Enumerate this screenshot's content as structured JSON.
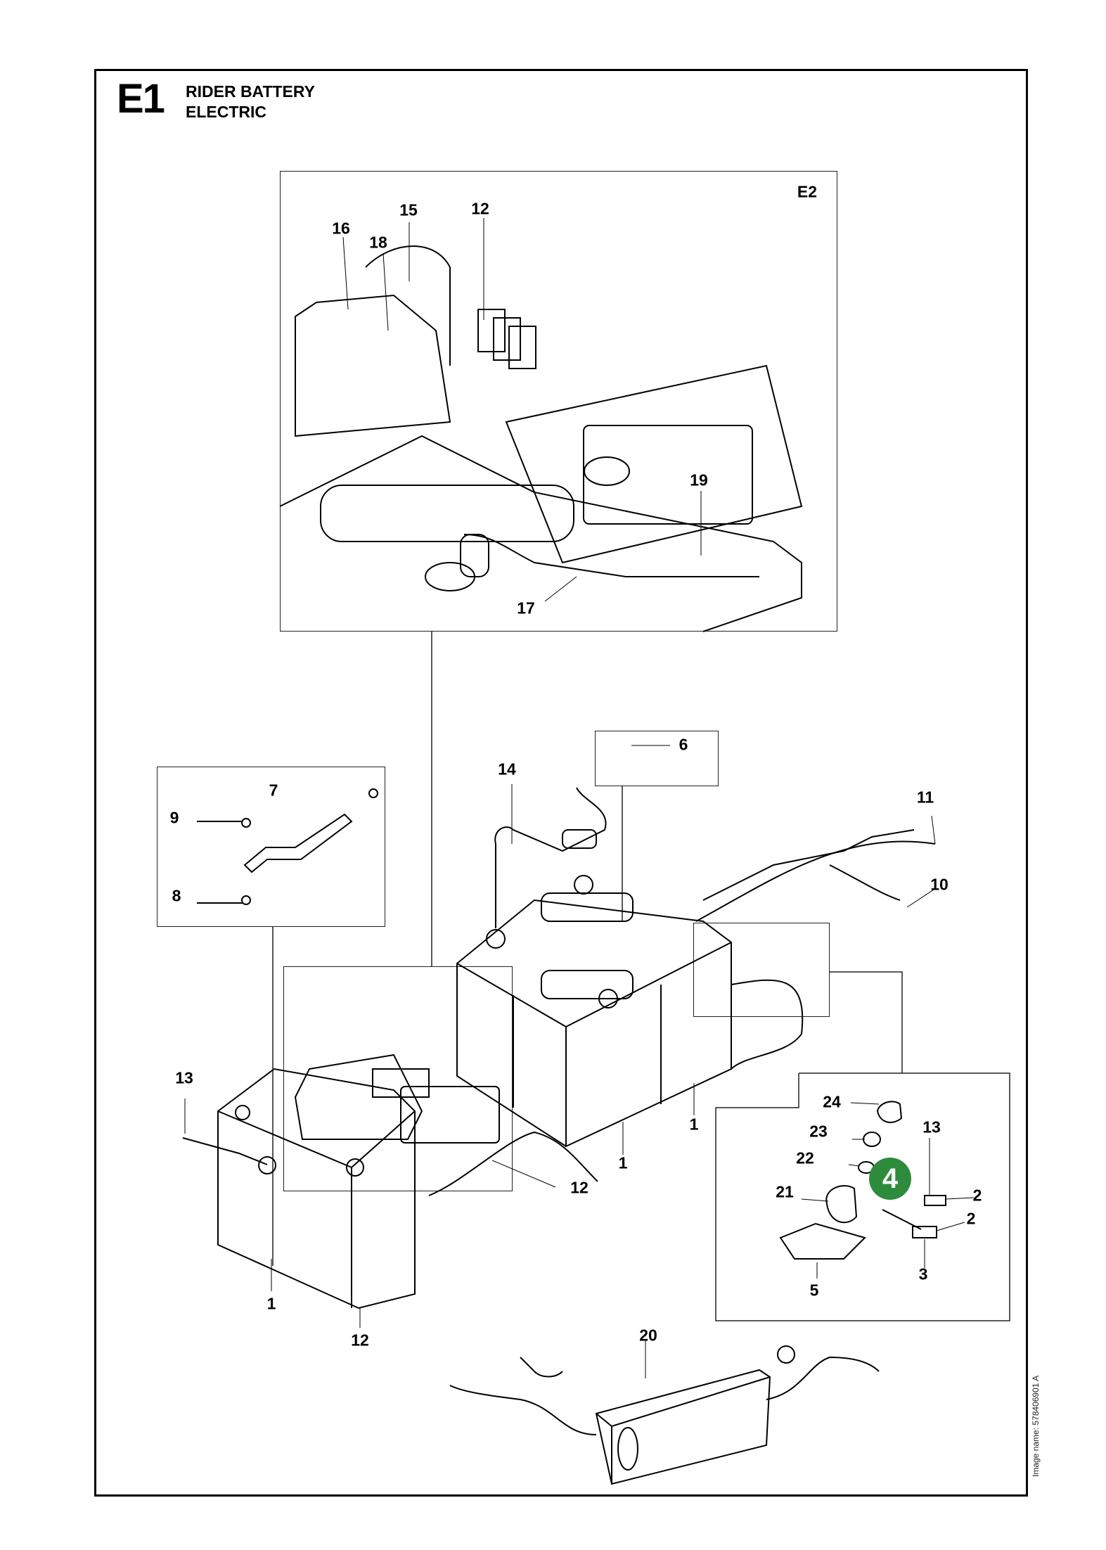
{
  "header": {
    "code": "E1",
    "title_line1": "RIDER BATTERY",
    "title_line2": "ELECTRIC"
  },
  "detail_box_label": "E2",
  "badge_number": "4",
  "image_name": "Image name: 578406901 A",
  "part_labels": {
    "p16": "16",
    "p15": "15",
    "p18": "18",
    "p12_top": "12",
    "p19": "19",
    "p17": "17",
    "p6": "6",
    "p14": "14",
    "p11": "11",
    "p10": "10",
    "p7": "7",
    "p9": "9",
    "p8": "8",
    "p13_left": "13",
    "p1_left": "1",
    "p12_left": "12",
    "p12_mid": "12",
    "p1_mid": "1",
    "p1_right": "1",
    "p24": "24",
    "p23": "23",
    "p22": "22",
    "p21": "21",
    "p13_right": "13",
    "p2_a": "2",
    "p2_b": "2",
    "p3": "3",
    "p5": "5",
    "p20": "20"
  },
  "colors": {
    "badge": "#2e8b3c",
    "line": "#000000"
  }
}
